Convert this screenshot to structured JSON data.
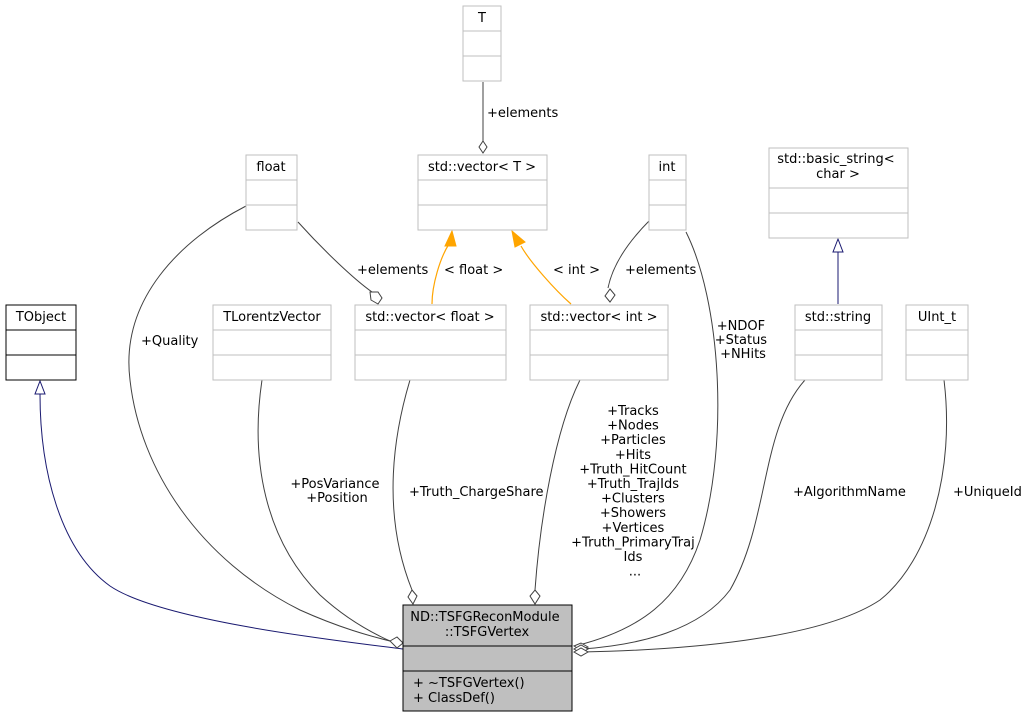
{
  "classes": {
    "tobject": {
      "title_lines": [
        "TObject"
      ]
    },
    "t_param": {
      "title_lines": [
        "T"
      ]
    },
    "float_t": {
      "title_lines": [
        "float"
      ]
    },
    "vector_t": {
      "title_lines": [
        "std::vector< T >"
      ]
    },
    "int_t": {
      "title_lines": [
        "int"
      ]
    },
    "basic_string": {
      "title_lines": [
        "std::basic_string<",
        "char >"
      ]
    },
    "tlorentz": {
      "title_lines": [
        "TLorentzVector"
      ]
    },
    "vector_float": {
      "title_lines": [
        "std::vector< float >"
      ]
    },
    "vector_int": {
      "title_lines": [
        "std::vector< int >"
      ]
    },
    "std_string": {
      "title_lines": [
        "std::string"
      ]
    },
    "uint_t": {
      "title_lines": [
        "UInt_t"
      ]
    },
    "tsfgvertex": {
      "title_lines": [
        "ND::TSFGReconModule",
        "::TSFGVertex"
      ],
      "methods": [
        "+ ~TSFGVertex()",
        "+ ClassDef()"
      ]
    }
  },
  "edge_labels": {
    "t_elements": [
      "+elements"
    ],
    "float_elements": [
      "+elements"
    ],
    "template_float": [
      "< float >"
    ],
    "template_int": [
      "< int >"
    ],
    "int_elements": [
      "+elements"
    ],
    "quality": [
      "+Quality"
    ],
    "ndof": [
      "+NDOF",
      "+Status",
      "+NHits"
    ],
    "position": [
      "+PosVariance",
      "+Position"
    ],
    "charge_share": [
      "+Truth_ChargeShare"
    ],
    "tracks": [
      "+Tracks",
      "+Nodes",
      "+Particles",
      "+Hits",
      "+Truth_HitCount",
      "+Truth_TrajIds",
      "+Clusters",
      "+Showers",
      "+Vertices",
      "+Truth_PrimaryTraj",
      "Ids",
      "..."
    ],
    "algorithm": [
      "+AlgorithmName"
    ],
    "unique_id": [
      "+UniqueId"
    ]
  },
  "colors": {
    "inheritance": "#191970",
    "template": "#ffa500",
    "usage": "#404040",
    "box_border_dim": "#bfbfbf",
    "box_border_dark": "#000000",
    "focus_fill": "#bfbfbf"
  }
}
